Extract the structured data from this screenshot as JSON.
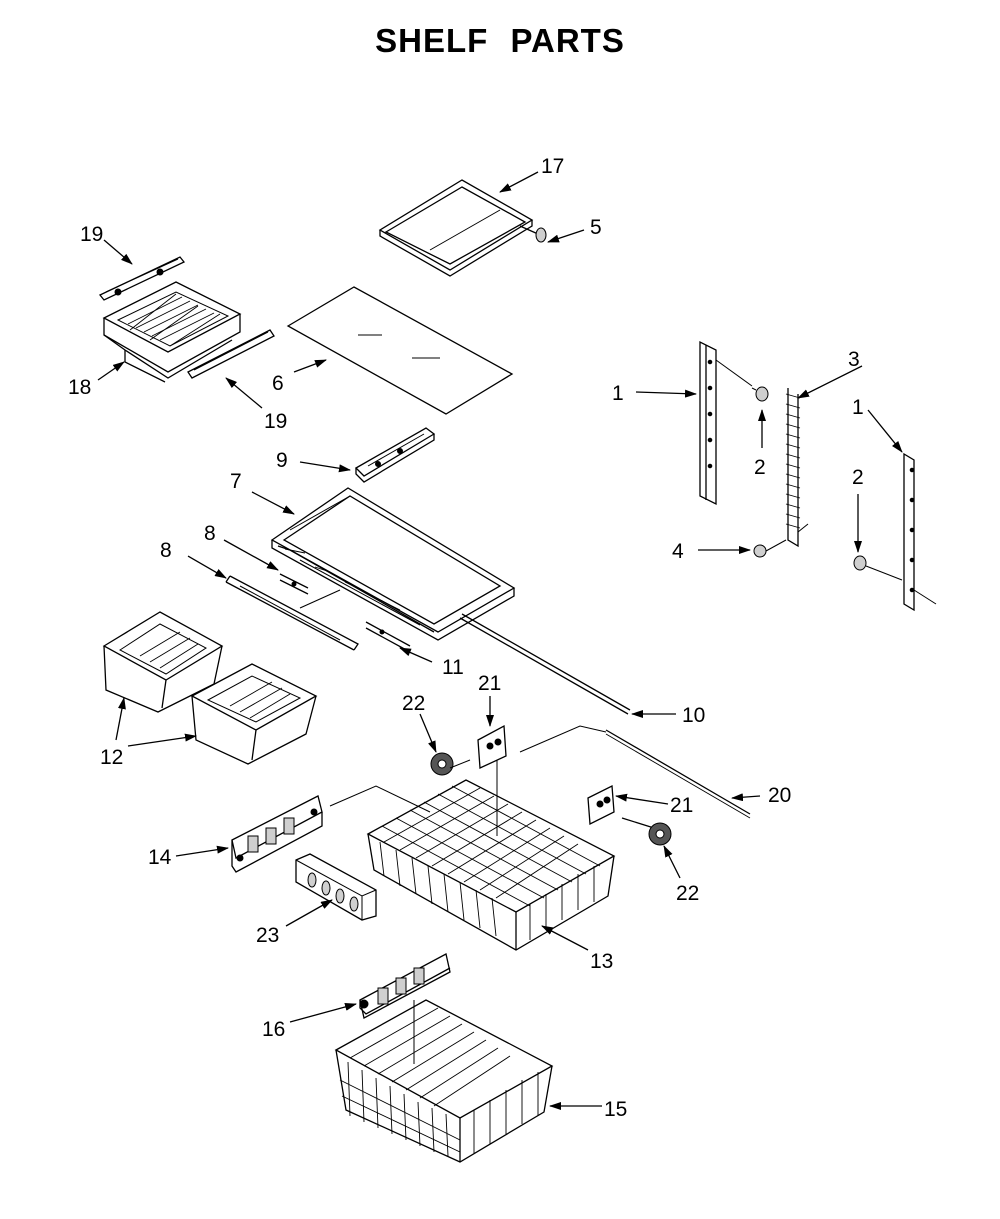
{
  "title": "SHELF PARTS",
  "callouts": [
    {
      "id": "c17",
      "text": "17"
    },
    {
      "id": "c5",
      "text": "5"
    },
    {
      "id": "c19a",
      "text": "19"
    },
    {
      "id": "c18",
      "text": "18"
    },
    {
      "id": "c19b",
      "text": "19"
    },
    {
      "id": "c6",
      "text": "6"
    },
    {
      "id": "c3",
      "text": "3"
    },
    {
      "id": "c1a",
      "text": "1"
    },
    {
      "id": "c1b",
      "text": "1"
    },
    {
      "id": "c2a",
      "text": "2"
    },
    {
      "id": "c2b",
      "text": "2"
    },
    {
      "id": "c4",
      "text": "4"
    },
    {
      "id": "c9",
      "text": "9"
    },
    {
      "id": "c7",
      "text": "7"
    },
    {
      "id": "c8a",
      "text": "8"
    },
    {
      "id": "c8b",
      "text": "8"
    },
    {
      "id": "c11",
      "text": "11"
    },
    {
      "id": "c10",
      "text": "10"
    },
    {
      "id": "c12",
      "text": "12"
    },
    {
      "id": "c21a",
      "text": "21"
    },
    {
      "id": "c22a",
      "text": "22"
    },
    {
      "id": "c20",
      "text": "20"
    },
    {
      "id": "c21b",
      "text": "21"
    },
    {
      "id": "c22b",
      "text": "22"
    },
    {
      "id": "c14",
      "text": "14"
    },
    {
      "id": "c23",
      "text": "23"
    },
    {
      "id": "c13",
      "text": "13"
    },
    {
      "id": "c16",
      "text": "16"
    },
    {
      "id": "c15",
      "text": "15"
    }
  ]
}
